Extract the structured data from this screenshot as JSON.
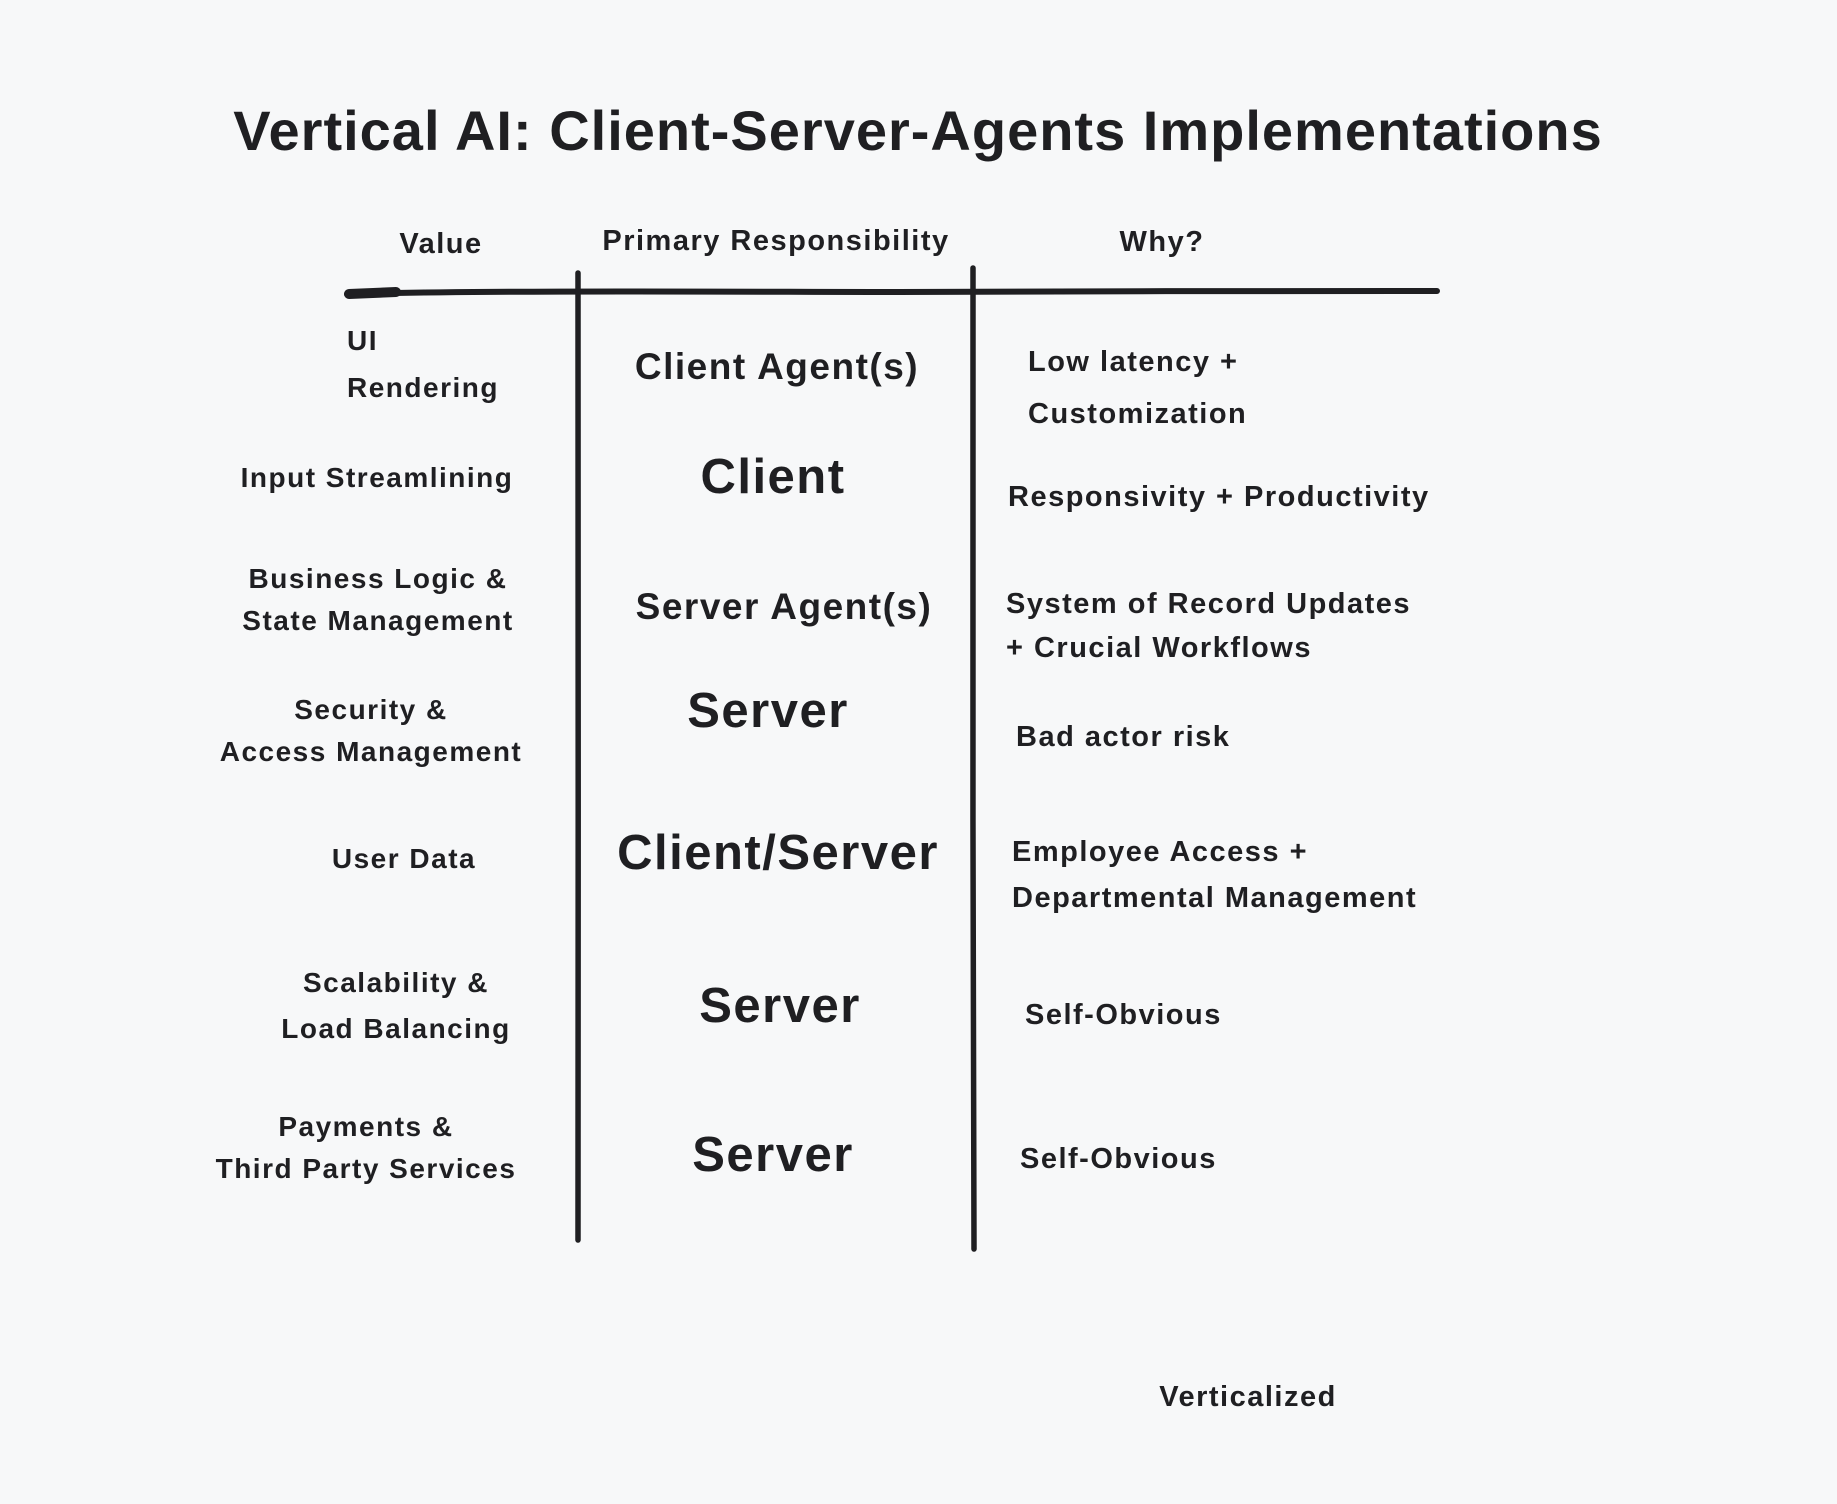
{
  "title": "Vertical AI: Client-Server-Agents Implementations",
  "colors": {
    "background": "#f7f8f9",
    "ink": "#1f1f22"
  },
  "table": {
    "headers": {
      "value": "Value",
      "responsibility": "Primary Responsibility",
      "why": "Why?"
    },
    "rows": [
      {
        "value": "UI\nRendering",
        "responsibility": "Client Agent(s)",
        "why": "Low latency +\nCustomization"
      },
      {
        "value": "Input Streamlining",
        "responsibility": "Client",
        "why": "Responsivity + Productivity"
      },
      {
        "value": "Business Logic &\nState Management",
        "responsibility": "Server Agent(s)",
        "why": "System of Record Updates\n+ Crucial Workflows"
      },
      {
        "value": "Security &\nAccess Management",
        "responsibility": "Server",
        "why": "Bad actor risk"
      },
      {
        "value": "User Data",
        "responsibility": "Client/Server",
        "why": "Employee Access +\nDepartmental Management"
      },
      {
        "value": "Scalability &\nLoad Balancing",
        "responsibility": "Server",
        "why": "Self-Obvious"
      },
      {
        "value": "Payments &\nThird Party Services",
        "responsibility": "Server",
        "why": "Self-Obvious"
      }
    ]
  },
  "footer": {
    "watermark": "Verticalized"
  }
}
